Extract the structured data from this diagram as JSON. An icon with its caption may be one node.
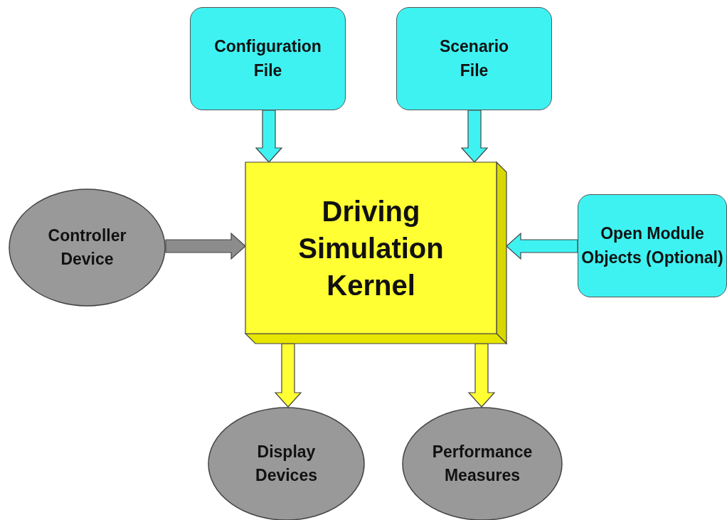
{
  "diagram": {
    "nodes": [
      {
        "text": [
          "Configuration File"
        ]
      },
      {
        "text": [
          "Scenario File"
        ]
      },
      {
        "text": [
          "Controller Device"
        ]
      },
      {
        "text": [
          "Driving Simulation Kernel"
        ]
      },
      {
        "text": [
          "Open Module Objects (Optional)"
        ]
      },
      {
        "text": [
          "Display Devices"
        ]
      },
      {
        "text": [
          "Performance Measures"
        ]
      }
    ],
    "edges": [
      {
        "from": 0,
        "to": 3,
        "arrow": "to"
      },
      {
        "from": 1,
        "to": 3,
        "arrow": "to"
      },
      {
        "from": 2,
        "to": 3,
        "arrow": "to",
        "color": "#8c8c8c"
      },
      {
        "from": 4,
        "to": 3,
        "arrow": "to"
      },
      {
        "from": 3,
        "to": 5,
        "arrow": "to",
        "color": "#ffff33"
      },
      {
        "from": 3,
        "to": 6,
        "arrow": "to",
        "color": "#ffff33"
      }
    ]
  }
}
